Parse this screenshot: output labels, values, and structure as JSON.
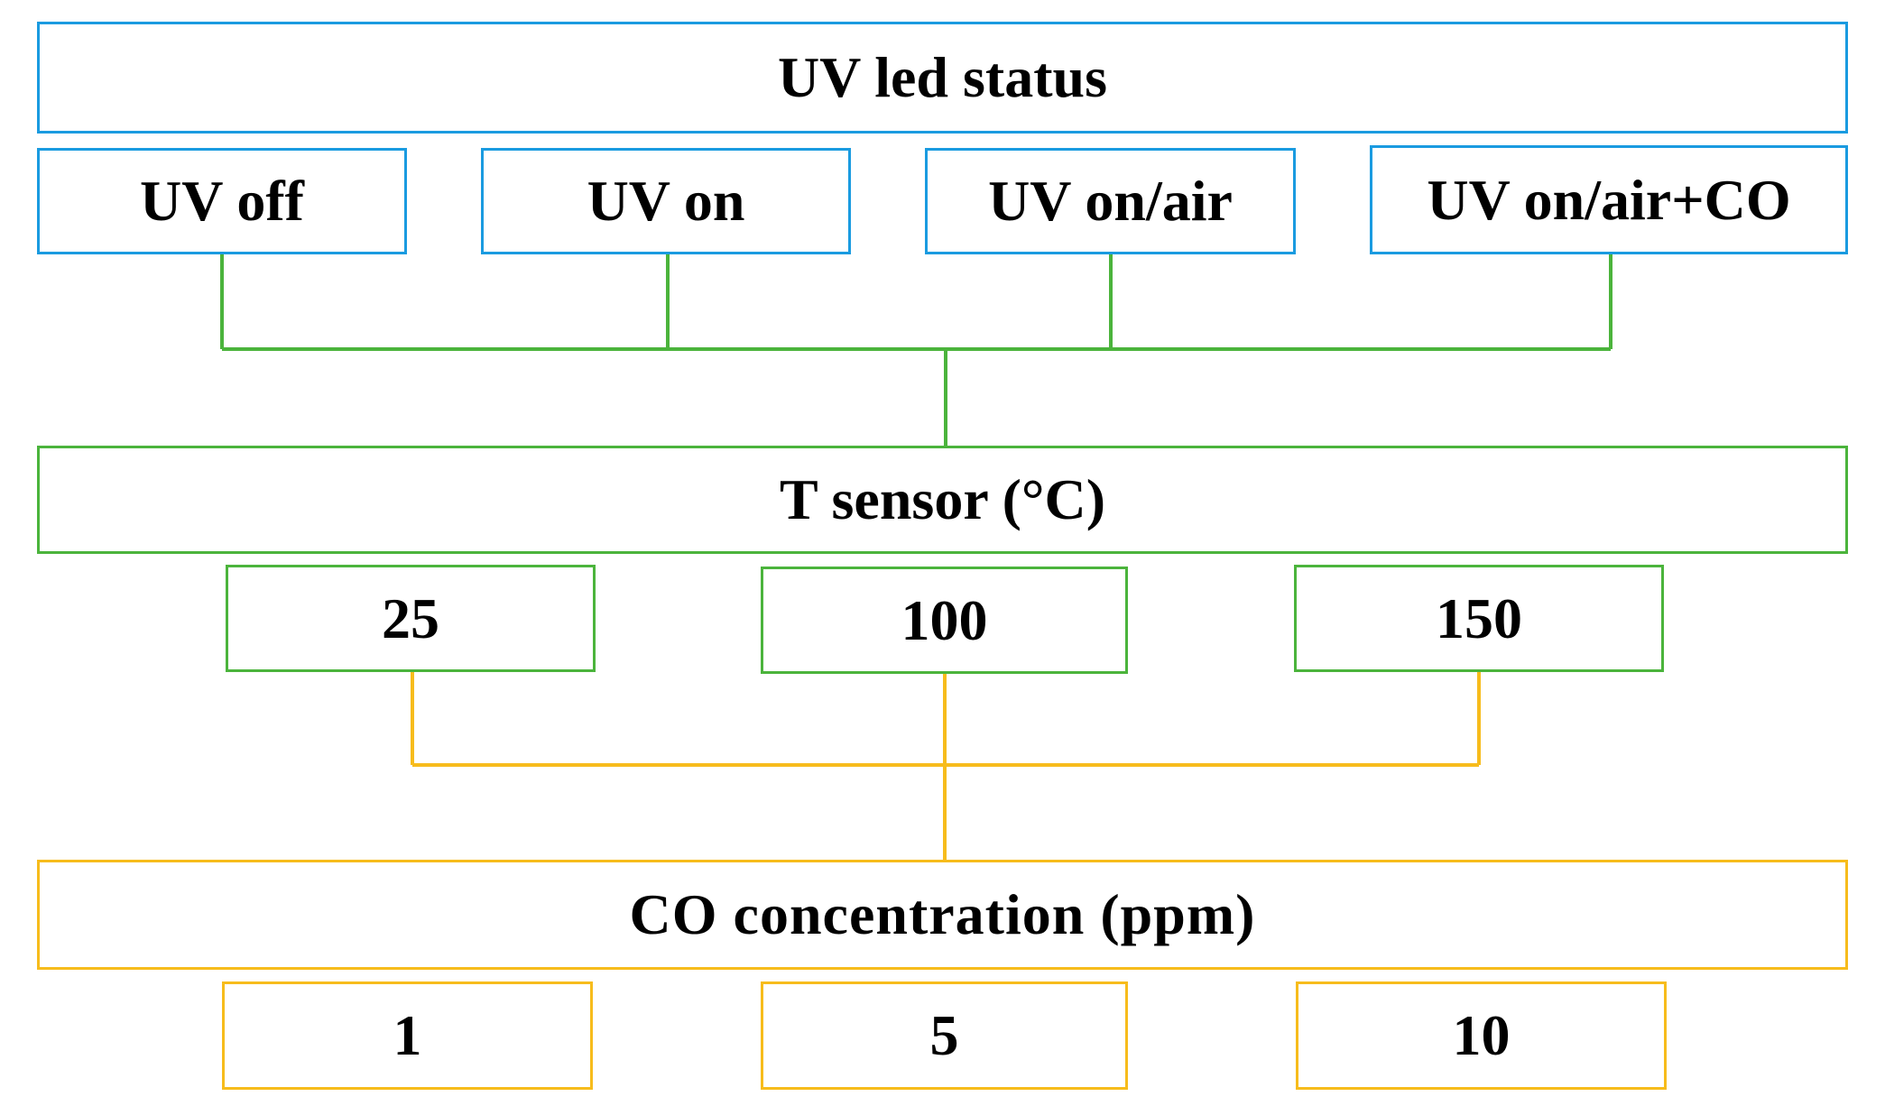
{
  "colors": {
    "uv_level": "#1a9be0",
    "temperature_level": "#4bb43c",
    "co_level": "#f7bc1c"
  },
  "uv": {
    "title": "UV led status",
    "options": [
      "UV off",
      "UV on",
      "UV on/air",
      "UV on/air+CO"
    ]
  },
  "temperature": {
    "title": "T sensor (°C)",
    "options": [
      "25",
      "100",
      "150"
    ]
  },
  "co": {
    "title": "CO concentration (ppm)",
    "options": [
      "1",
      "5",
      "10"
    ]
  }
}
